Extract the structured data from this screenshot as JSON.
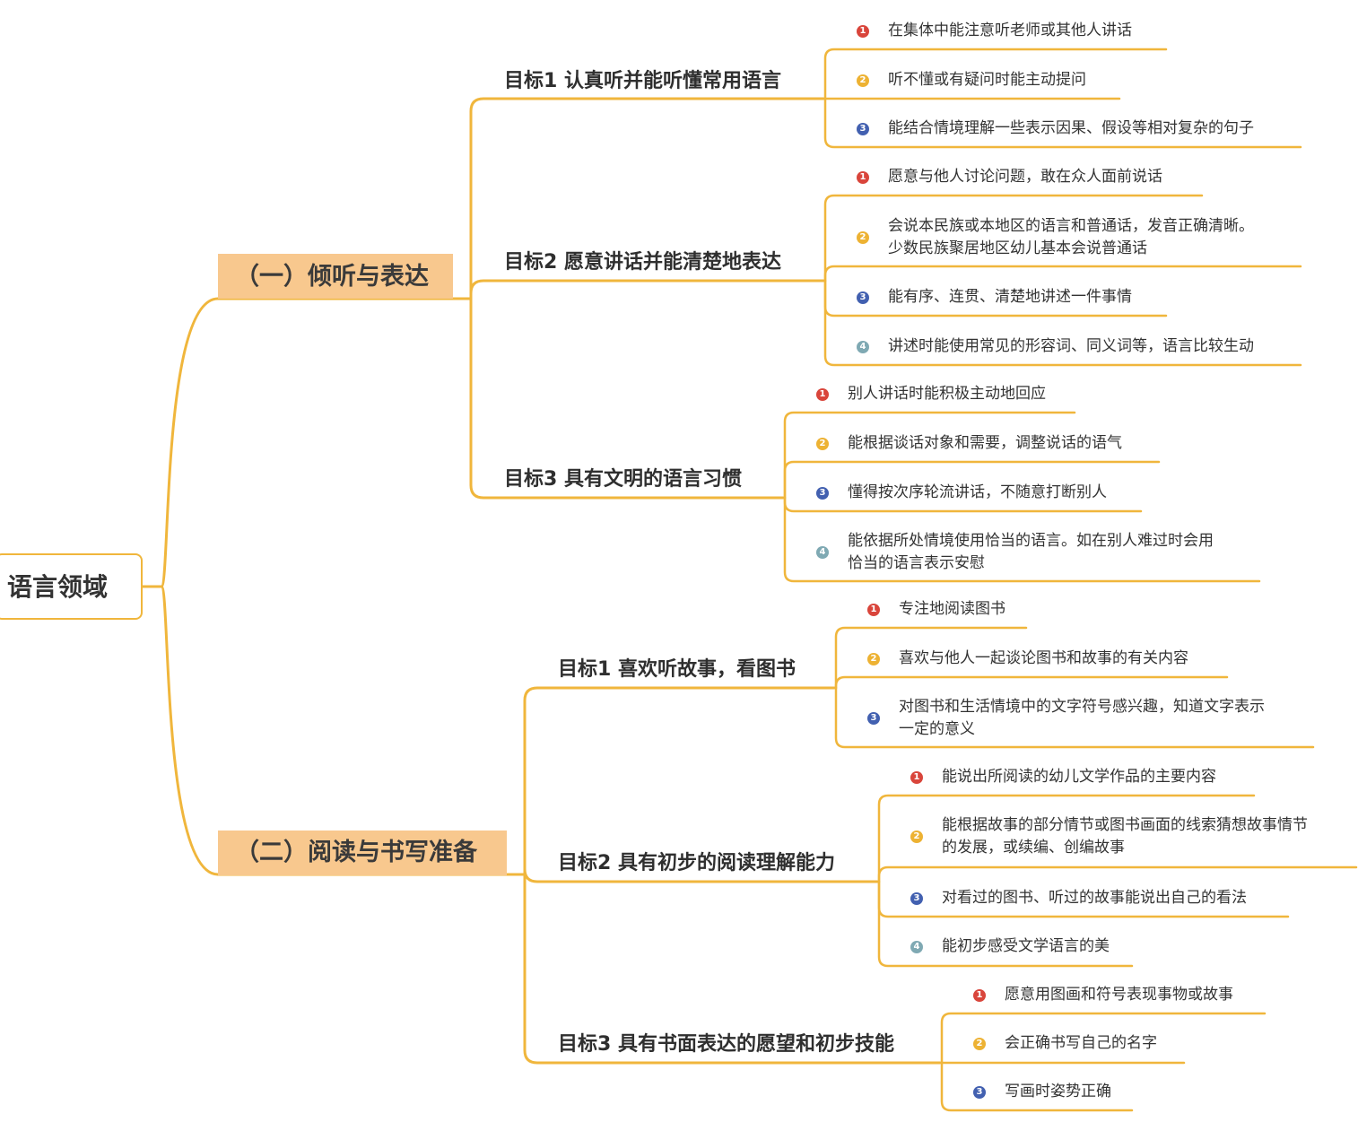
{
  "root": {
    "label": "语言领域"
  },
  "categories": [
    {
      "label": "（一）倾听与表达",
      "goals": [
        {
          "label": "目标1 认真听并能听懂常用语言",
          "items": [
            {
              "num": "1",
              "lines": [
                "在集体中能注意听老师或其他人讲话"
              ]
            },
            {
              "num": "2",
              "lines": [
                "听不懂或有疑问时能主动提问"
              ]
            },
            {
              "num": "3",
              "lines": [
                "能结合情境理解一些表示因果、假设等相对复杂的句子"
              ]
            }
          ]
        },
        {
          "label": "目标2 愿意讲话并能清楚地表达",
          "items": [
            {
              "num": "1",
              "lines": [
                "愿意与他人讨论问题，敢在众人面前说话"
              ]
            },
            {
              "num": "2",
              "lines": [
                "会说本民族或本地区的语言和普通话，发音正确清晰。",
                "少数民族聚居地区幼儿基本会说普通话"
              ]
            },
            {
              "num": "3",
              "lines": [
                "能有序、连贯、清楚地讲述一件事情"
              ]
            },
            {
              "num": "4",
              "lines": [
                "讲述时能使用常见的形容词、同义词等，语言比较生动"
              ]
            }
          ]
        },
        {
          "label": "目标3 具有文明的语言习惯",
          "items": [
            {
              "num": "1",
              "lines": [
                "别人讲话时能积极主动地回应"
              ]
            },
            {
              "num": "2",
              "lines": [
                "能根据谈话对象和需要，调整说话的语气"
              ]
            },
            {
              "num": "3",
              "lines": [
                "懂得按次序轮流讲话，不随意打断别人"
              ]
            },
            {
              "num": "4",
              "lines": [
                "能依据所处情境使用恰当的语言。如在别人难过时会用",
                "恰当的语言表示安慰"
              ]
            }
          ]
        }
      ]
    },
    {
      "label": "（二）阅读与书写准备",
      "goals": [
        {
          "label": "目标1 喜欢听故事，看图书",
          "items": [
            {
              "num": "1",
              "lines": [
                "专注地阅读图书"
              ]
            },
            {
              "num": "2",
              "lines": [
                "喜欢与他人一起谈论图书和故事的有关内容"
              ]
            },
            {
              "num": "3",
              "lines": [
                "对图书和生活情境中的文字符号感兴趣，知道文字表示",
                "一定的意义"
              ]
            }
          ]
        },
        {
          "label": "目标2 具有初步的阅读理解能力",
          "items": [
            {
              "num": "1",
              "lines": [
                "能说出所阅读的幼儿文学作品的主要内容"
              ]
            },
            {
              "num": "2",
              "lines": [
                "能根据故事的部分情节或图书画面的线索猜想故事情节",
                "的发展，或续编、创编故事"
              ]
            },
            {
              "num": "3",
              "lines": [
                "对看过的图书、听过的故事能说出自己的看法"
              ]
            },
            {
              "num": "4",
              "lines": [
                "能初步感受文学语言的美"
              ]
            }
          ]
        },
        {
          "label": "目标3 具有书面表达的愿望和初步技能",
          "items": [
            {
              "num": "1",
              "lines": [
                "愿意用图画和符号表现事物或故事"
              ]
            },
            {
              "num": "2",
              "lines": [
                "会正确书写自己的名字"
              ]
            },
            {
              "num": "3",
              "lines": [
                "写画时姿势正确"
              ]
            }
          ]
        }
      ]
    }
  ],
  "colors": {
    "connector": "#F0B63C",
    "category_fill": "#F8C88E",
    "badge_1": "#D9453B",
    "badge_2": "#EDB233",
    "badge_3": "#4260B0",
    "badge_4": "#7FA9B3"
  }
}
